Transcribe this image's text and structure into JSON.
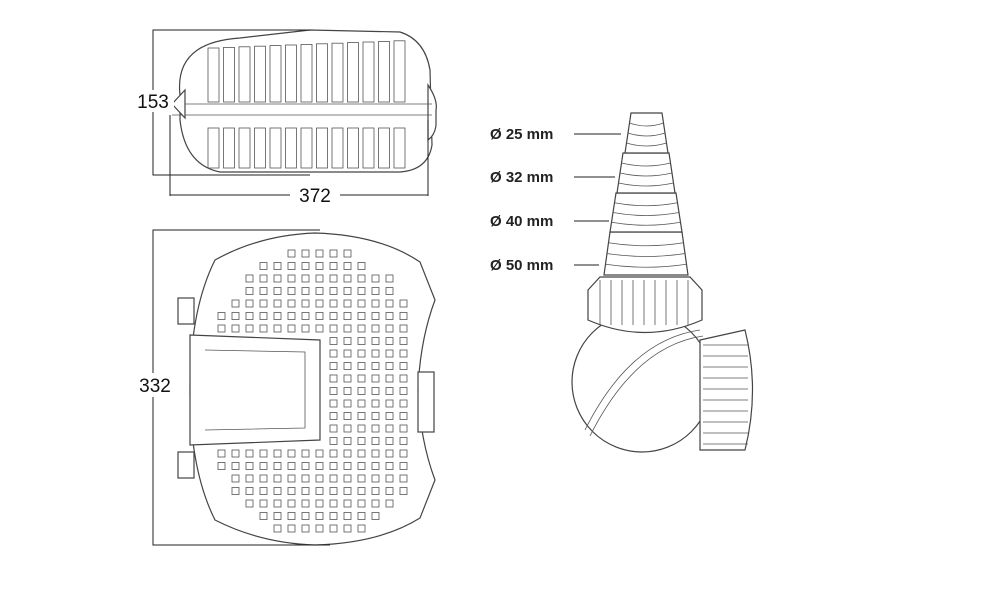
{
  "dimensions": {
    "side_view_height": "153",
    "side_view_length": "372",
    "top_view_width": "332"
  },
  "hose_adapter": {
    "diameters": [
      "Ø 25 mm",
      "Ø 32 mm",
      "Ø 40 mm",
      "Ø 50 mm"
    ]
  }
}
